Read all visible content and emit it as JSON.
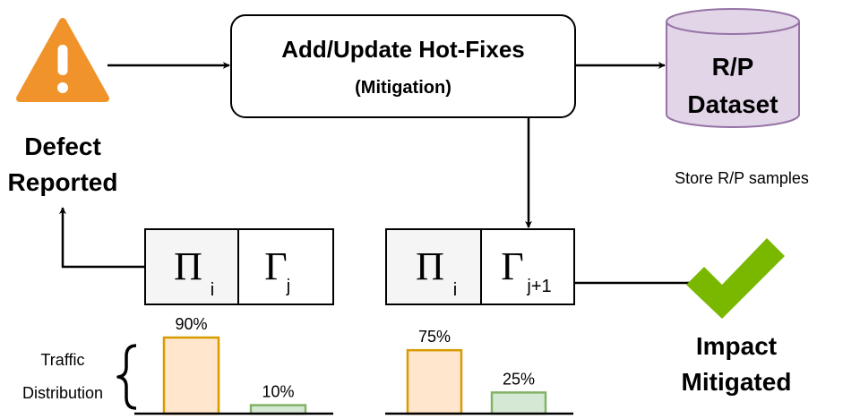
{
  "defect": {
    "label_line1": "Defect",
    "label_line2": "Reported",
    "icon": "warning-triangle-icon",
    "color": "#F0932B"
  },
  "hotfix": {
    "title": "Add/Update Hot-Fixes",
    "subtitle": "(Mitigation)"
  },
  "dataset": {
    "label_line1": "R/P",
    "label_line2": "Dataset",
    "icon": "database-cylinder-icon",
    "fill": "#E1D5E7",
    "stroke": "#9673A6",
    "caption": "Store R/P samples"
  },
  "before": {
    "policy_main": "Π",
    "policy_main_sub": "i",
    "policy_alt": "Γ",
    "policy_alt_sub": "j"
  },
  "after": {
    "policy_main": "Π",
    "policy_main_sub": "i",
    "policy_alt": "Γ",
    "policy_alt_sub": "j+1"
  },
  "traffic": {
    "label_line1": "Traffic",
    "label_line2": "Distribution"
  },
  "chart_data": [
    {
      "type": "bar",
      "categories": [
        "Π i",
        "Γ j"
      ],
      "values": [
        90,
        10
      ],
      "data_labels": [
        "90%",
        "10%"
      ],
      "ylim": [
        0,
        100
      ]
    },
    {
      "type": "bar",
      "categories": [
        "Π i",
        "Γ j+1"
      ],
      "values": [
        75,
        25
      ],
      "data_labels": [
        "75%",
        "25%"
      ],
      "ylim": [
        0,
        100
      ]
    }
  ],
  "bar_colors": {
    "main_fill": "#FFE6CC",
    "main_stroke": "#D79B00",
    "alt_fill": "#D5E8D4",
    "alt_stroke": "#82B366"
  },
  "result": {
    "label_line1": "Impact",
    "label_line2": "Mitigated",
    "icon": "checkmark-icon",
    "color": "#7AB800"
  }
}
